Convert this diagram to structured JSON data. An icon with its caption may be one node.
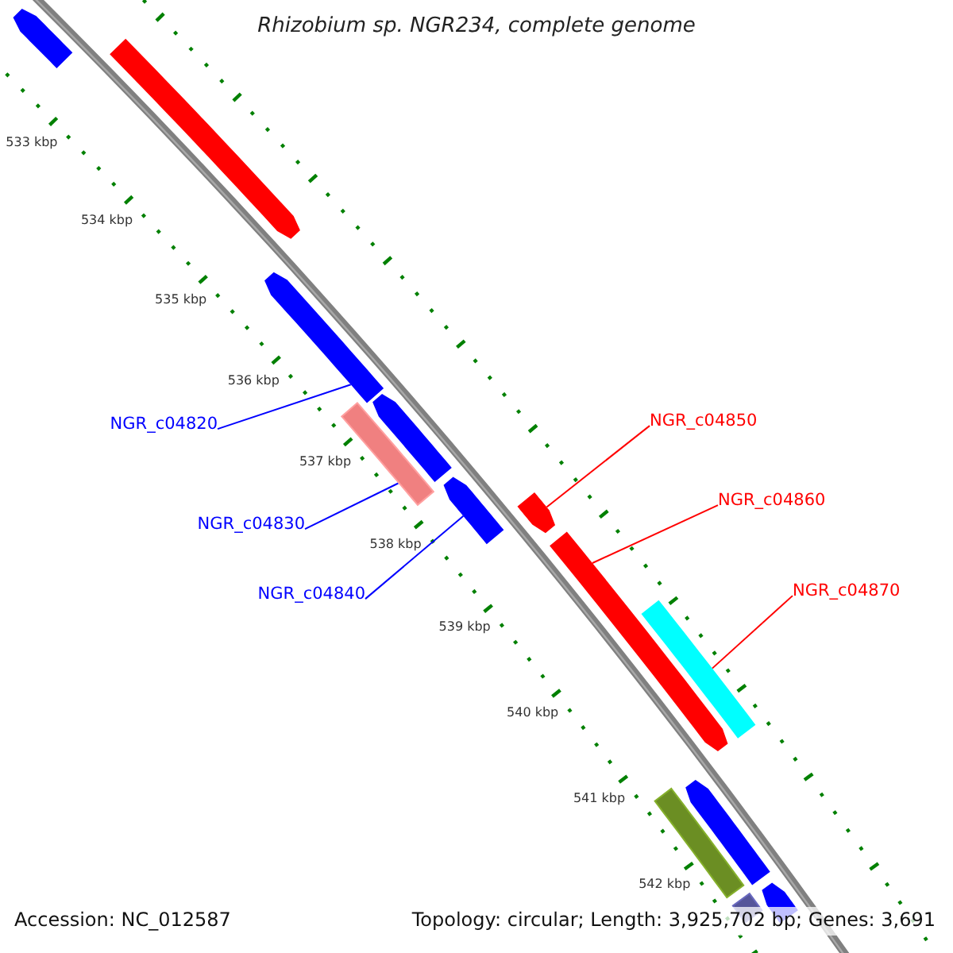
{
  "diagram": {
    "title": "Rhizobium sp. NGR234, complete genome",
    "nodes": [
      {
        "text": [
          "NGR_c04820"
        ]
      },
      {
        "text": [
          "NGR_c04830"
        ]
      },
      {
        "text": [
          "NGR_c04840"
        ]
      },
      {
        "text": [
          "NGR_c04850"
        ]
      },
      {
        "text": [
          "NGR_c04860"
        ]
      },
      {
        "text": [
          "NGR_c04870"
        ]
      },
      {
        "text": [],
        "shape": "arrow"
      },
      {
        "text": [],
        "shape": "arrow"
      },
      {
        "text": [],
        "shape": "arrow"
      },
      {
        "text": [],
        "shape": "arrow"
      },
      {
        "text": [],
        "shape": "bar"
      },
      {
        "text": [],
        "shape": "arrow"
      },
      {
        "text": [],
        "shape": "arrow"
      },
      {
        "text": [],
        "shape": "arrow"
      },
      {
        "text": [],
        "shape": "bar"
      },
      {
        "text": [],
        "shape": "arrow"
      },
      {
        "text": [],
        "shape": "bar"
      },
      {
        "text": [],
        "shape": "arrow"
      },
      {
        "text": [],
        "shape": "bar"
      }
    ],
    "edges": [
      {
        "from": 0,
        "to": 8,
        "arrow": "none",
        "color": "#0000ff"
      },
      {
        "from": 1,
        "to": 10,
        "arrow": "none",
        "color": "#0000ff"
      },
      {
        "from": 2,
        "to": 11,
        "arrow": "none",
        "color": "#0000ff"
      },
      {
        "from": 3,
        "to": 12,
        "arrow": "none",
        "color": "#ff0000"
      },
      {
        "from": 4,
        "to": 13,
        "arrow": "none",
        "color": "#ff0000"
      },
      {
        "from": 5,
        "to": 14,
        "arrow": "none",
        "color": "#ff0000"
      }
    ],
    "labels": [
      "533 kbp",
      "534 kbp",
      "535 kbp",
      "536 kbp",
      "537 kbp",
      "538 kbp",
      "539 kbp",
      "540 kbp",
      "541 kbp",
      "542 kbp",
      "Accession: NC_012587",
      "Topology: circular; Length: 3,925,702 bp; Genes: 3,691"
    ]
  }
}
